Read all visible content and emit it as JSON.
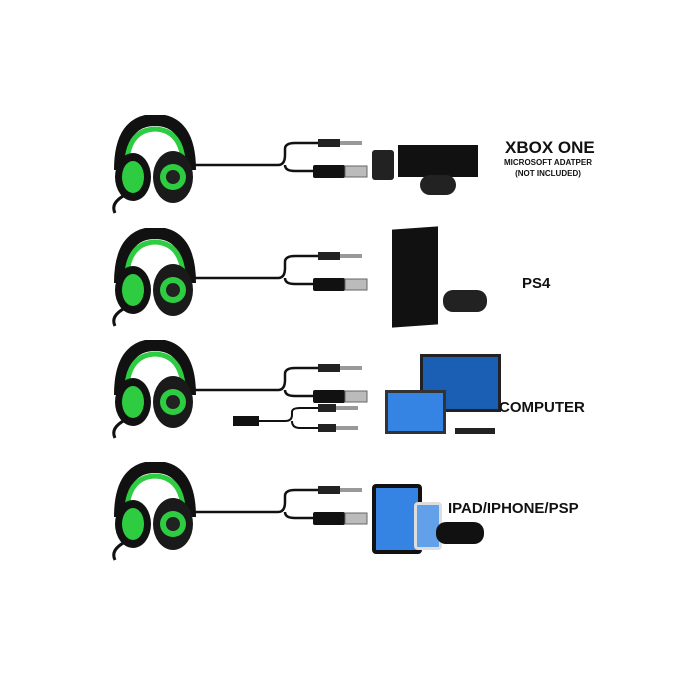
{
  "rows": [
    {
      "label": "XBOX ONE",
      "sub1": "MICROSOFT ADATPER",
      "sub2": "(NOT INCLUDED)"
    },
    {
      "label": "PS4"
    },
    {
      "label": "COMPUTER"
    },
    {
      "label": "IPAD/IPHONE/PSP"
    }
  ],
  "colors": {
    "accent": "#2ecc40",
    "dark": "#111111"
  }
}
